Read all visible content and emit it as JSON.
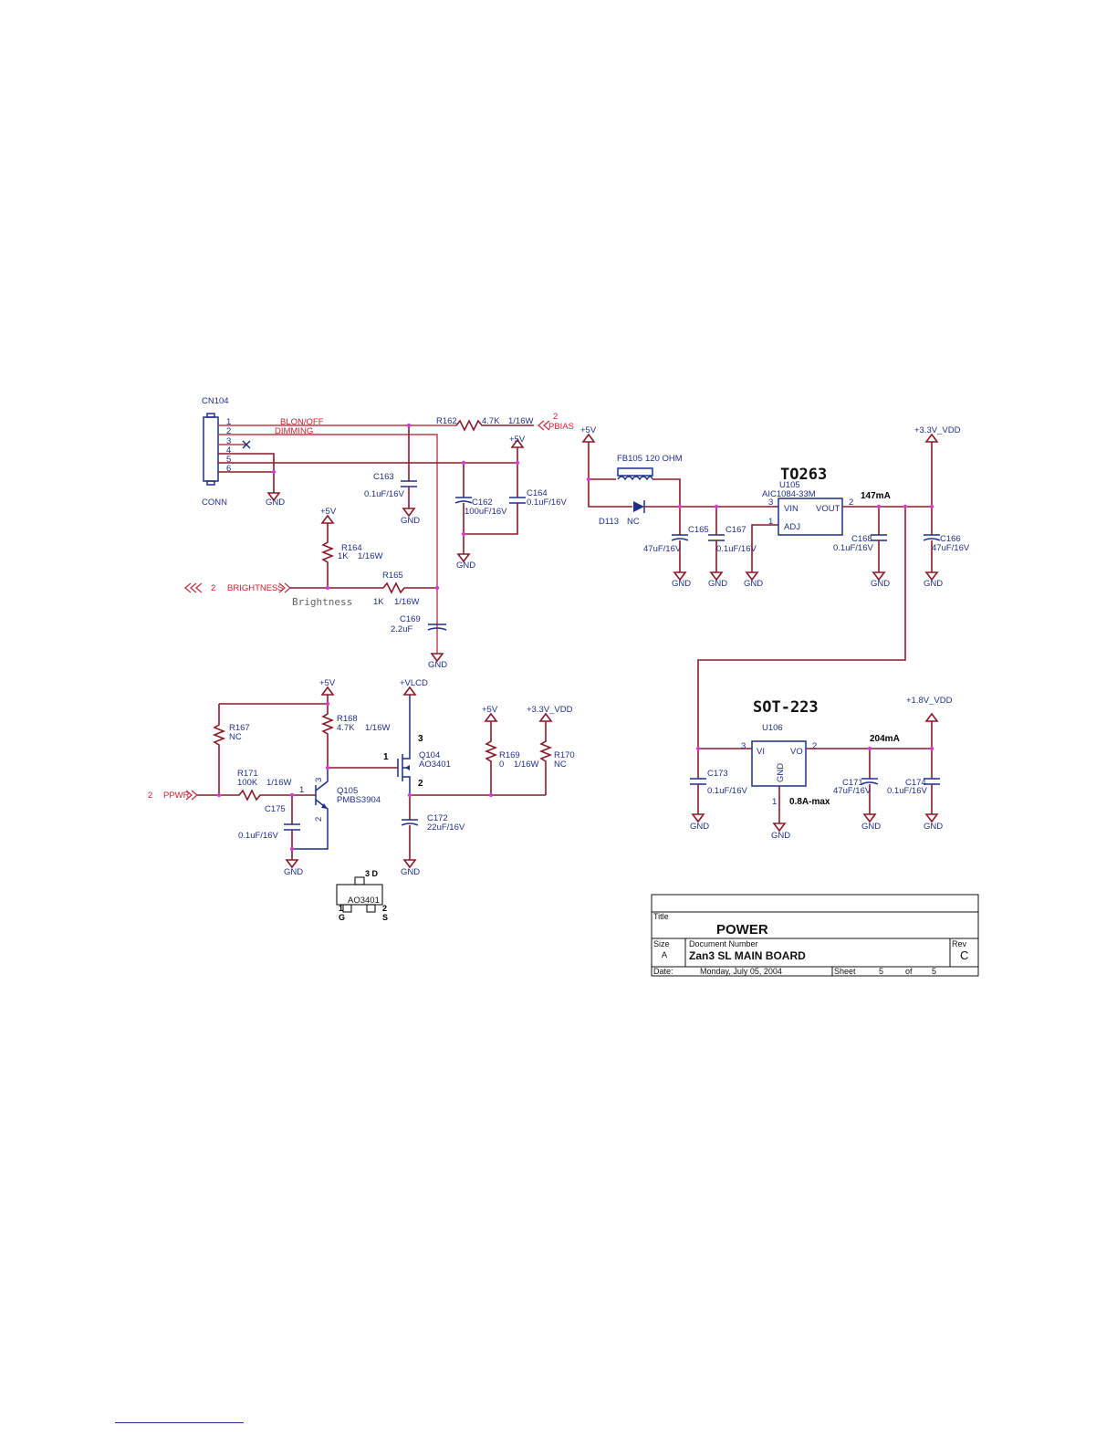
{
  "schematic": {
    "section_left": {
      "cn104": {
        "ref": "CN104",
        "value": "CONN",
        "pins": [
          "1",
          "2",
          "3",
          "4",
          "5",
          "6"
        ]
      },
      "signals": {
        "blon": "BLON/OFF",
        "dimming": "DIMMING",
        "pbias_num": "2",
        "pbias": "PBIAS",
        "bright_num": "2",
        "brightness_net": "BRIGHTNESS",
        "brightness_label": "Brightness",
        "ppwr_num": "2",
        "ppwr": "PPWR"
      },
      "r162": {
        "ref": "R162",
        "value": "4.7K",
        "power": "1/16W"
      },
      "c163": {
        "ref": "C163",
        "value": "0.1uF/16V"
      },
      "c162": {
        "ref": "C162",
        "value": "100uF/16V"
      },
      "c164": {
        "ref": "C164",
        "value": "0.1uF/16V"
      },
      "r164": {
        "ref": "R164",
        "value": "1K",
        "power": "1/16W"
      },
      "r165": {
        "ref": "R165",
        "value": "1K",
        "power": "1/16W"
      },
      "c169": {
        "ref": "C169",
        "value": "2.2uF"
      },
      "r167": {
        "ref": "R167",
        "value": "NC"
      },
      "r168": {
        "ref": "R168",
        "value": "4.7K",
        "power": "1/16W"
      },
      "r171": {
        "ref": "R171",
        "value": "100K",
        "power": "1/16W"
      },
      "c175": {
        "ref": "C175",
        "value": "0.1uF/16V"
      },
      "q105": {
        "ref": "Q105",
        "value": "PMBS3904",
        "pin1": "1",
        "pin2": "2",
        "pin3": "3"
      },
      "q104": {
        "ref": "Q104",
        "value": "AO3401",
        "pin1": "1",
        "pin2": "2",
        "pin3": "3"
      },
      "r169": {
        "ref": "R169",
        "value": "0",
        "power": "1/16W"
      },
      "r170": {
        "ref": "R170",
        "value": "NC"
      },
      "c172": {
        "ref": "C172",
        "value": "22uF/16V"
      },
      "pkg": {
        "name": "AO3401",
        "d": "3 D",
        "g_num": "1",
        "g": "G",
        "s_num": "2",
        "s": "S"
      }
    },
    "section_right": {
      "fb105": {
        "ref": "FB105",
        "value": "120 OHM"
      },
      "d113": {
        "ref": "D113",
        "value": "NC"
      },
      "to263": "TO263",
      "u105": {
        "ref": "U105",
        "value": "AIC1084-33M",
        "vin": "VIN",
        "vout": "VOUT",
        "adj": "ADJ",
        "p1": "1",
        "p2": "2",
        "p3": "3"
      },
      "current_a": "147mA",
      "c165": {
        "ref": "C165",
        "value": "47uF/16V"
      },
      "c167": {
        "ref": "C167",
        "value": "0.1uF/16V"
      },
      "c168": {
        "ref": "C168",
        "value": "0.1uF/16V"
      },
      "c166": {
        "ref": "C166",
        "value": "47uF/16V"
      },
      "sot223": "SOT-223",
      "u106": {
        "ref": "U106",
        "vi": "VI",
        "vo": "VO",
        "gnd": "GND",
        "p1": "1",
        "p2": "2",
        "p3": "3"
      },
      "current_b": "204mA",
      "max": "0.8A-max",
      "c173": {
        "ref": "C173",
        "value": "0.1uF/16V"
      },
      "c171": {
        "ref": "C171",
        "value": "47uF/16V"
      },
      "c174": {
        "ref": "C174",
        "value": "0.1uF/16V"
      }
    },
    "rails": {
      "p5v": "+5V",
      "p33": "+3.3V_VDD",
      "p18": "+1.8V_VDD",
      "vlcd": "+VLCD",
      "gnd": "GND"
    }
  },
  "title_block": {
    "title_label": "Title",
    "title": "POWER",
    "size_label": "Size",
    "size": "A",
    "docnum_label": "Document Number",
    "docnum": "Zan3 SL MAIN BOARD",
    "rev_label": "Rev",
    "rev": "C",
    "date_label": "Date:",
    "date": "Monday, July 05, 2004",
    "sheet_label": "Sheet",
    "sheet": "5",
    "of_label": "of",
    "of": "5"
  },
  "colors": {
    "wire": "#8a1a2a",
    "component": "#1f2f8a",
    "net_label": "#d0202f",
    "junction": "#d93bd0"
  }
}
